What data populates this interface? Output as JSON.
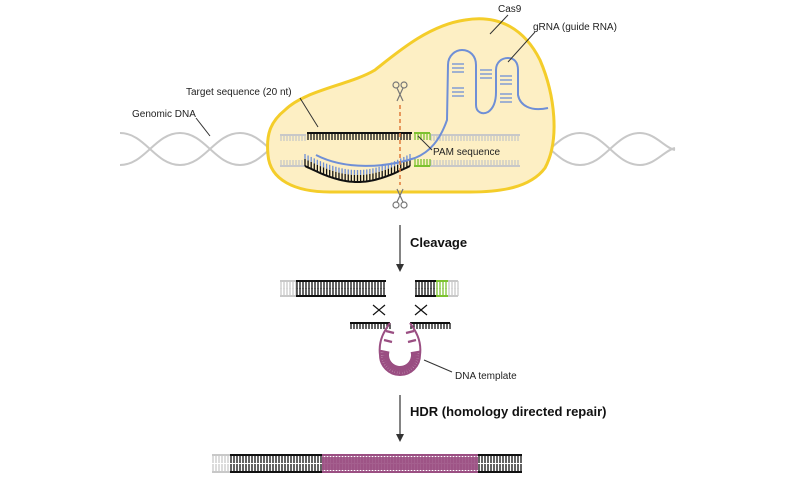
{
  "labels": {
    "cas9": "Cas9",
    "grna": "gRNA (guide RNA)",
    "target_sequence": "Target sequence (20 nt)",
    "genomic_dna": "Genomic DNA",
    "pam_sequence": "PAM sequence",
    "dna_template": "DNA template"
  },
  "steps": {
    "cleavage": "Cleavage",
    "hdr": "HDR (homology directed repair)"
  },
  "icons": {
    "scissors_top": "scissors-icon",
    "scissors_bottom": "scissors-icon",
    "crossover_left": "cross-icon",
    "crossover_right": "cross-icon"
  },
  "colors": {
    "cas9_fill": "#fdefc4",
    "cas9_stroke": "#f4cd2a",
    "grna": "#6f8fd6",
    "target_strand": "#111111",
    "pam": "#7cc230",
    "cut_line": "#e07a3a",
    "template": "#9a4e82",
    "genomic_dna": "#c8c8c8"
  }
}
